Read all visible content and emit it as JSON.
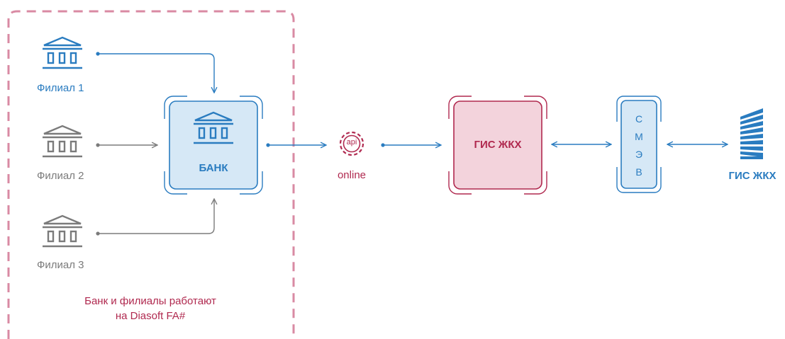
{
  "branches": [
    {
      "label": "Филиал 1"
    },
    {
      "label": "Филиал 2"
    },
    {
      "label": "Филиал 3"
    }
  ],
  "bank": {
    "label": "БАНК"
  },
  "api": {
    "icon_text": "api",
    "label": "online"
  },
  "gis_box": {
    "label": "ГИС ЖКХ"
  },
  "smev": {
    "letters": [
      "С",
      "М",
      "Э",
      "В"
    ]
  },
  "gis_building": {
    "label": "ГИС ЖКХ"
  },
  "note": {
    "line1": "Банк и филиалы работают",
    "line2": "на Diasoft FA#"
  },
  "colors": {
    "blue": "#2a7cc0",
    "light_blue_fill": "#d6e8f6",
    "gray": "#7b7b7b",
    "crimson": "#b0294f",
    "pink_fill": "#f3d3dc",
    "dashed_border": "#d98aa3"
  }
}
